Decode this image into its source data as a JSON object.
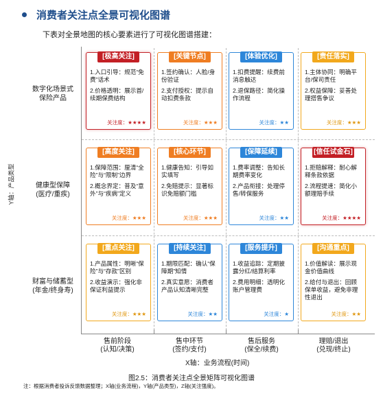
{
  "heading": "消费者关注点全景可视化图谱",
  "intro": "下表对全景地图的核心要素进行了可视化图谱搭建：",
  "y_axis_label": "Y轴：产品类型",
  "x_axis_title": "X轴：业务流程(时间)",
  "rows": [
    {
      "label_l1": "数字化场景式",
      "label_l2": "保险产品"
    },
    {
      "label_l1": "健康型保障",
      "label_l2": "(医疗/重疾)"
    },
    {
      "label_l1": "财富与储蓄型",
      "label_l2": "(年金/终身寿)"
    }
  ],
  "columns": [
    {
      "label_l1": "售前阶段",
      "label_l2": "(认知/决策)"
    },
    {
      "label_l1": "售中环节",
      "label_l2": "(签约/支付)"
    },
    {
      "label_l1": "售后服务",
      "label_l2": "(保全/续费)"
    },
    {
      "label_l1": "理赔/退出",
      "label_l2": "(兑现/终止)"
    }
  ],
  "colors": {
    "red": "#c31f25",
    "orange": "#ef7d22",
    "blue": "#2d86d9",
    "yellow": "#f2a81c"
  },
  "cards": [
    {
      "tag": "[极高关注]",
      "color": "red",
      "p1": "1.入口引导：规范“免费”话术",
      "p2": "2.价格透明：展示首/续期保费结构",
      "attn": "关注度：★★★★"
    },
    {
      "tag": "[关键节点]",
      "color": "orange",
      "p1": "1.签约确认：人脸/身份验证",
      "p2": "2.支付授权：提示自动扣费条款",
      "attn": "关注度：★★★"
    },
    {
      "tag": "[体验优化]",
      "color": "blue",
      "p1": "1.扣费提醒：续费前消息触达",
      "p2": "2.退保路径：简化操作流程",
      "attn": "关注度：★★"
    },
    {
      "tag": "[责任落实]",
      "color": "yellow",
      "p1": "1.主体协同：明确平台/保司责任",
      "p2": "2.权益保障：妥善处理搭售争议",
      "attn": "关注度：★★★"
    },
    {
      "tag": "[高度关注]",
      "color": "orange",
      "p1": "1.保障范围：厘清“全险”与“限制”边界",
      "p2": "2.概念界定：普及“意外”与“疾病”定义",
      "attn": "关注度：★★★"
    },
    {
      "tag": "[核心环节]",
      "color": "orange",
      "p1": "1.健康告知：引导如实填写",
      "p2": "2.免赔提示：显著标识免赔额门槛",
      "attn": "关注度：★★★"
    },
    {
      "tag": "[保障延续]",
      "color": "blue",
      "p1": "1.费率调整：告知长期费率变化",
      "p2": "2.产品衔接：处理停售/转保服务",
      "attn": "关注度：★★"
    },
    {
      "tag": "[信任试金石]",
      "color": "red",
      "p1": "1.拒赔解释：耐心解释条款依据",
      "p2": "2.流程提速：简化小额理赔手续",
      "attn": "关注度：★★★★"
    },
    {
      "tag": "[重点关注]",
      "color": "yellow",
      "p1": "1.产品属性：明晰“保险”与“存款”区别",
      "p2": "2.收益演示：强化非保证利益提示",
      "attn": "关注度：★★★"
    },
    {
      "tag": "[持续关注]",
      "color": "blue",
      "p1": "1.期限匹配：确认“保障期”知情",
      "p2": "2.真实意愿：消费者产品认知清晰完整",
      "attn": "关注度：★★"
    },
    {
      "tag": "[服务提升]",
      "color": "blue",
      "p1": "1.收益追踪：定期披露分红/结算利率",
      "p2": "2.费用明细：透明化账户管理费",
      "attn": "关注度：★"
    },
    {
      "tag": "[沟通重点]",
      "color": "yellow",
      "p1": "1.价值解读：展示现金价值曲线",
      "p2": "2.给付与退出：回顾保单收益，避免非理性退出",
      "attn": "关注度：★★"
    }
  ],
  "caption": "图2.5：消费者关注点全景矩阵可视化图谱",
  "note": "注：根据消费者投诉反馈数据整理；X轴(业务流程)，Y轴(产品类型)，Z轴(关注强度)。"
}
